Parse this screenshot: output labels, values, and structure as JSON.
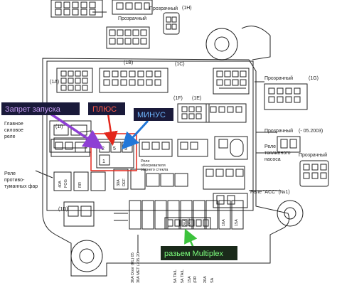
{
  "colors": {
    "line": "#222222",
    "purple": "#8e3fd4",
    "red": "#e3261b",
    "blue": "#2277d8",
    "green": "#3cc23c",
    "tag_bg": "#1a1a3a"
  },
  "overlay": {
    "zapret": "Запрет запуска",
    "plus": "ПЛЮС",
    "minus": "МИНУС",
    "multiplex": "разьем Multiplex"
  },
  "labels": {
    "proz_top_left": "Прозрачный",
    "proz_top_right": "Прозрачный",
    "code_1h": "(1H)",
    "code_1b": "(1B)",
    "code_1a": "(1A)",
    "code_1g": "(1G)",
    "code_1f": "(1F)",
    "code_1i": "(1I)",
    "code_1c": "(1C)",
    "code_1e": "(1E)",
    "code_1d": "(1D)",
    "proz_1g": "Прозрачный",
    "proz_1h": "Прозрачный",
    "proz_1j": "Прозрачный",
    "date_1h": "(- 05.2003)",
    "glavnoe_1": "Главное",
    "glavnoe_2": "силовое",
    "glavnoe_3": "реле",
    "rele_fuel_1": "Реле",
    "rele_fuel_2": "топливного",
    "rele_fuel_3": "насоса",
    "rele_fog_1": "Реле",
    "rele_fog_2": "противо-",
    "rele_fog_3": "туманных фар",
    "rele_acc": "Реле \"ACC\" (№1)",
    "rele_heat_1": "Реле",
    "rele_heat_2": "обогревателя",
    "rele_heat_3": "заднего стекла",
    "f40a": "40A",
    "f_fog": "FOG",
    "f_rr": "RR",
    "f30a": "30A",
    "f_def": "DEF",
    "f20a": "20A",
    "f_def2": "DEF",
    "f10a": "10A",
    "f15a": "15A",
    "bottom_1": "30A Door (RL) 05",
    "bottom_2": "30A MET (- 05.20",
    "bottom_3": "5A TAIL",
    "bottom_4": "5A TAIL",
    "bottom_5": "15A",
    "bottom_6": "(RR",
    "bottom_7": "20A",
    "bottom_8": "SA",
    "n1": "1",
    "n2": "2",
    "n3": "3",
    "n5": "5"
  }
}
